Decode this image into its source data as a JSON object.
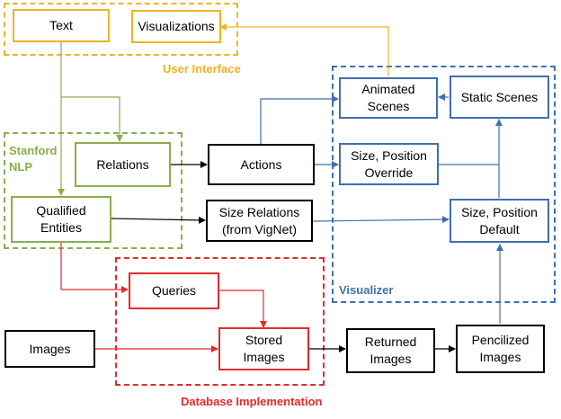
{
  "groups": {
    "user_interface": {
      "label": "User Interface",
      "color": "#f0b323"
    },
    "stanford_nlp": {
      "label": "Stanford\nNLP",
      "color": "#8aad4a"
    },
    "visualizer": {
      "label": "Visualizer",
      "color": "#3e6fb0"
    },
    "database": {
      "label": "Database Implementation",
      "color": "#e52a2a"
    }
  },
  "nodes": {
    "text": "Text",
    "visualizations": "Visualizations",
    "relations": "Relations",
    "qualified_entities": "Qualified\nEntities",
    "actions": "Actions",
    "size_relations": "Size Relations\n(from VigNet)",
    "animated_scenes": "Animated\nScenes",
    "static_scenes": "Static Scenes",
    "size_position_override": "Size, Position\nOverride",
    "size_position_default": "Size, Position\nDefault",
    "queries": "Queries",
    "images": "Images",
    "stored_images": "Stored\nImages",
    "returned_images": "Returned\nImages",
    "pencilized_images": "Pencilized\nImages"
  },
  "colors": {
    "ui_arrow": "#f0b323",
    "nlp_arrow": "#8aad4a",
    "vis_arrow": "#3e6fb0",
    "db_arrow": "#e52a2a",
    "black_arrow": "#000000"
  }
}
